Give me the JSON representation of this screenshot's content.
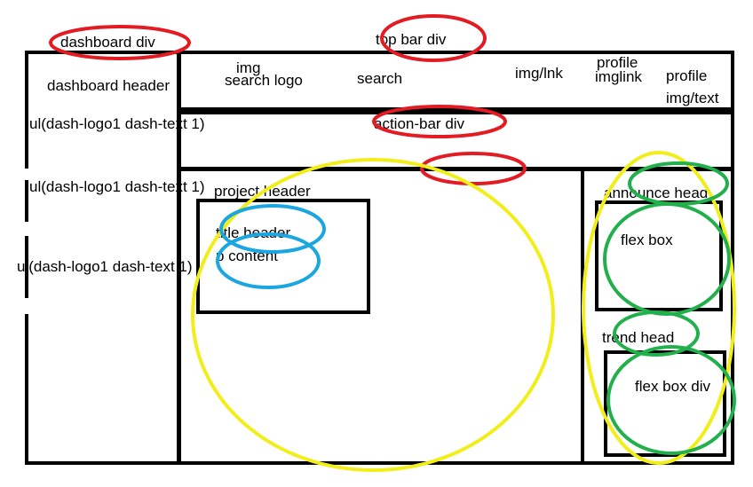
{
  "annotations": {
    "dashboard_div": "dashboard div",
    "top_bar_div": "top bar div",
    "action_bar_div": "action-bar div"
  },
  "sidebar": {
    "header": "dashboard header",
    "lists": [
      "ul(dash-logo1 dash-text 1)",
      "ul(dash-logo1 dash-text 1)",
      "ul(dash-logo1 dash-text 1)"
    ]
  },
  "topbar": {
    "search_logo_line1": "img",
    "search_logo_line2": "search logo",
    "search": "search",
    "img_link": "img/lnk",
    "profile_imglink_line1": "profile",
    "profile_imglink_line2": "imglink",
    "profile_imgtext_line1": "profile",
    "profile_imgtext_line2": "img/text"
  },
  "project": {
    "header": "project header",
    "card_title": "title header",
    "card_content": "p content"
  },
  "right_panel": {
    "announce_head": "announce head",
    "flex_box": "flex box",
    "trend_head": "trend head",
    "flex_box_div": "flex box div"
  },
  "colors": {
    "outline": "#000000",
    "top_level_marker": "#e31c23",
    "main_area_marker": "#f2ee1a",
    "card_marker": "#1aa6e0",
    "right_panel_marker": "#22b04c"
  }
}
